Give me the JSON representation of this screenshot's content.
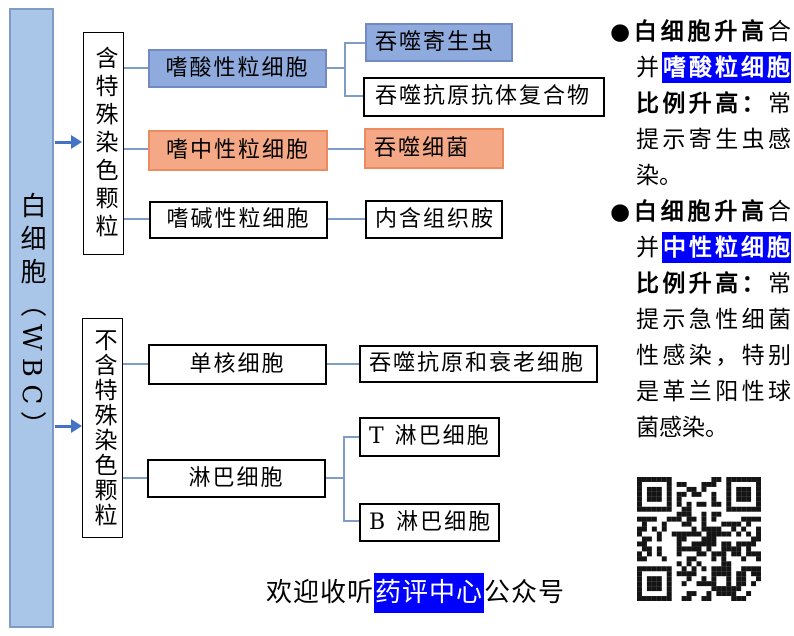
{
  "diagram": {
    "root_label": "白细胞（WBC）",
    "groups": [
      {
        "label": "含特殊染色颗粒",
        "children": [
          {
            "name": "嗜酸性粒细胞",
            "functions": [
              "吞噬寄生虫",
              "吞噬抗原抗体复合物"
            ]
          },
          {
            "name": "嗜中性粒细胞",
            "functions": [
              "吞噬细菌"
            ]
          },
          {
            "name": "嗜碱性粒细胞",
            "functions": [
              "内含组织胺"
            ]
          }
        ]
      },
      {
        "label": "不含特殊染色颗粒",
        "children": [
          {
            "name": "单核细胞",
            "functions": [
              "吞噬抗原和衰老细胞"
            ]
          },
          {
            "name": "淋巴细胞",
            "functions": [
              "T 淋巴细胞",
              "B 淋巴细胞"
            ]
          }
        ]
      }
    ]
  },
  "notes": {
    "bullet": "●",
    "items": [
      {
        "lead_bold": "白细胞升高",
        "mid": "合并",
        "highlight": "嗜酸粒细胞",
        "bold2": "比例升高：",
        "rest": "常提示寄生虫感染。"
      },
      {
        "lead_bold": "白细胞升高",
        "mid": "合并",
        "highlight": "中性粒细胞",
        "bold2": "比例升高：",
        "rest": "常提示急性细菌性感染，特别是革兰阳性球菌感染。"
      }
    ]
  },
  "footer": {
    "pre": "欢迎收听",
    "highlight": "药评中心",
    "post": "公众号"
  },
  "icons": {
    "flow_arrow": "arrow-right",
    "qr": "qr-code"
  },
  "colors": {
    "bar_fill": "#A9C6E8",
    "blue_fill": "#8FAADC",
    "orange_fill": "#F5A885",
    "highlight_bg": "#0000FE",
    "connector": "#7F9CC6",
    "arrow": "#4472C4"
  }
}
